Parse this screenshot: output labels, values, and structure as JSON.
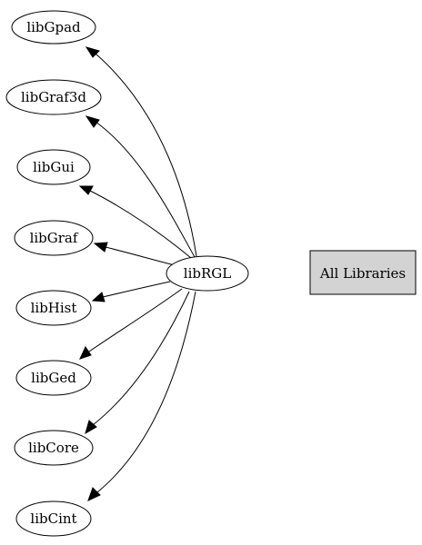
{
  "graph": {
    "center": {
      "id": "libRGL",
      "label": "libRGL"
    },
    "dependencies": [
      {
        "id": "libGpad",
        "label": "libGpad"
      },
      {
        "id": "libGraf3d",
        "label": "libGraf3d"
      },
      {
        "id": "libGui",
        "label": "libGui"
      },
      {
        "id": "libGraf",
        "label": "libGraf"
      },
      {
        "id": "libHist",
        "label": "libHist"
      },
      {
        "id": "libGed",
        "label": "libGed"
      },
      {
        "id": "libCore",
        "label": "libCore"
      },
      {
        "id": "libCint",
        "label": "libCint"
      }
    ],
    "edges": [
      {
        "from": "libRGL",
        "to": "libGpad"
      },
      {
        "from": "libRGL",
        "to": "libGraf3d"
      },
      {
        "from": "libRGL",
        "to": "libGui"
      },
      {
        "from": "libRGL",
        "to": "libGraf"
      },
      {
        "from": "libRGL",
        "to": "libHist"
      },
      {
        "from": "libRGL",
        "to": "libGed"
      },
      {
        "from": "libRGL",
        "to": "libCore"
      },
      {
        "from": "libRGL",
        "to": "libCint"
      }
    ]
  },
  "legend": {
    "label": "All Libraries",
    "fill": "#d3d3d3"
  },
  "colors": {
    "stroke": "#000000",
    "node_fill": "#ffffff",
    "background": "#ffffff"
  }
}
